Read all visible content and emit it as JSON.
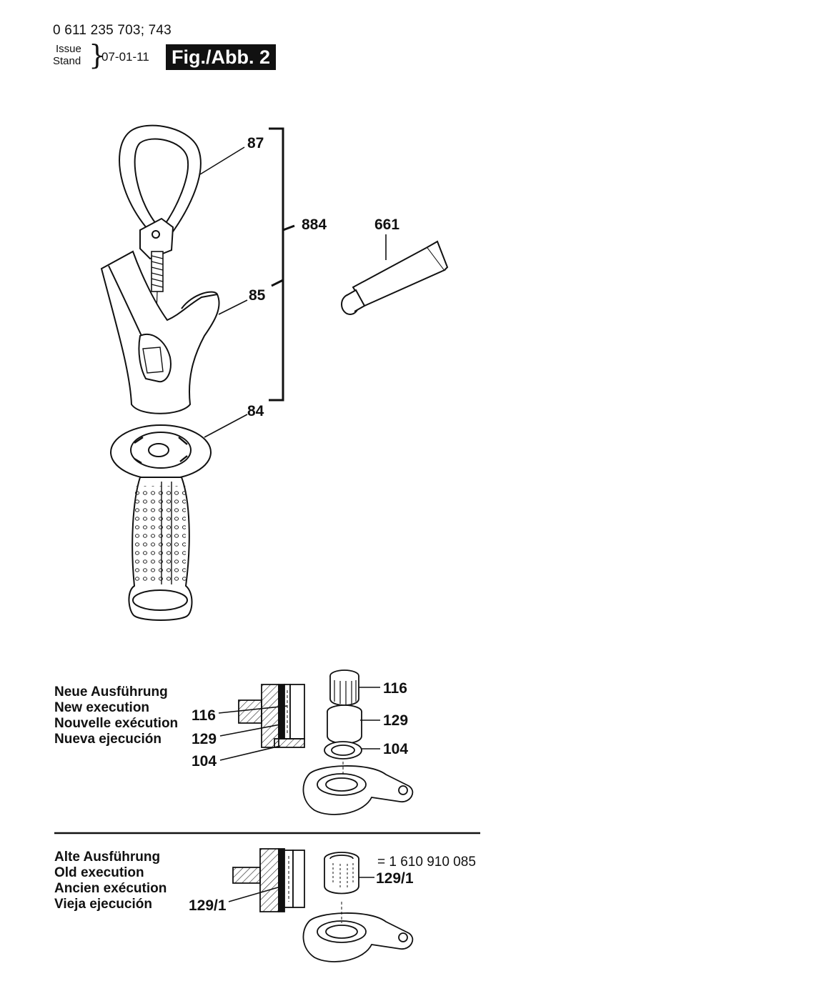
{
  "header": {
    "part_numbers": "0 611 235 703; 743",
    "issue_label": "Issue",
    "stand_label": "Stand",
    "brace": "}",
    "date": "07-01-11",
    "figure": "Fig./Abb. 2"
  },
  "callouts": {
    "c87": "87",
    "c884": "884",
    "c661": "661",
    "c85": "85",
    "c84": "84",
    "new_116a": "116",
    "new_129a": "129",
    "new_104a": "104",
    "new_116b": "116",
    "new_129b": "129",
    "new_104b": "104",
    "old_129_1a": "129/1",
    "old_129_1b": "129/1",
    "old_part_no": "= 1 610 910 085"
  },
  "new_execution": {
    "de": "Neue Ausführung",
    "en": "New execution",
    "fr": "Nouvelle exécution",
    "es": "Nueva ejecución"
  },
  "old_execution": {
    "de": "Alte Ausführung",
    "en": "Old execution",
    "fr": "Ancien exécution",
    "es": "Vieja ejecución"
  }
}
